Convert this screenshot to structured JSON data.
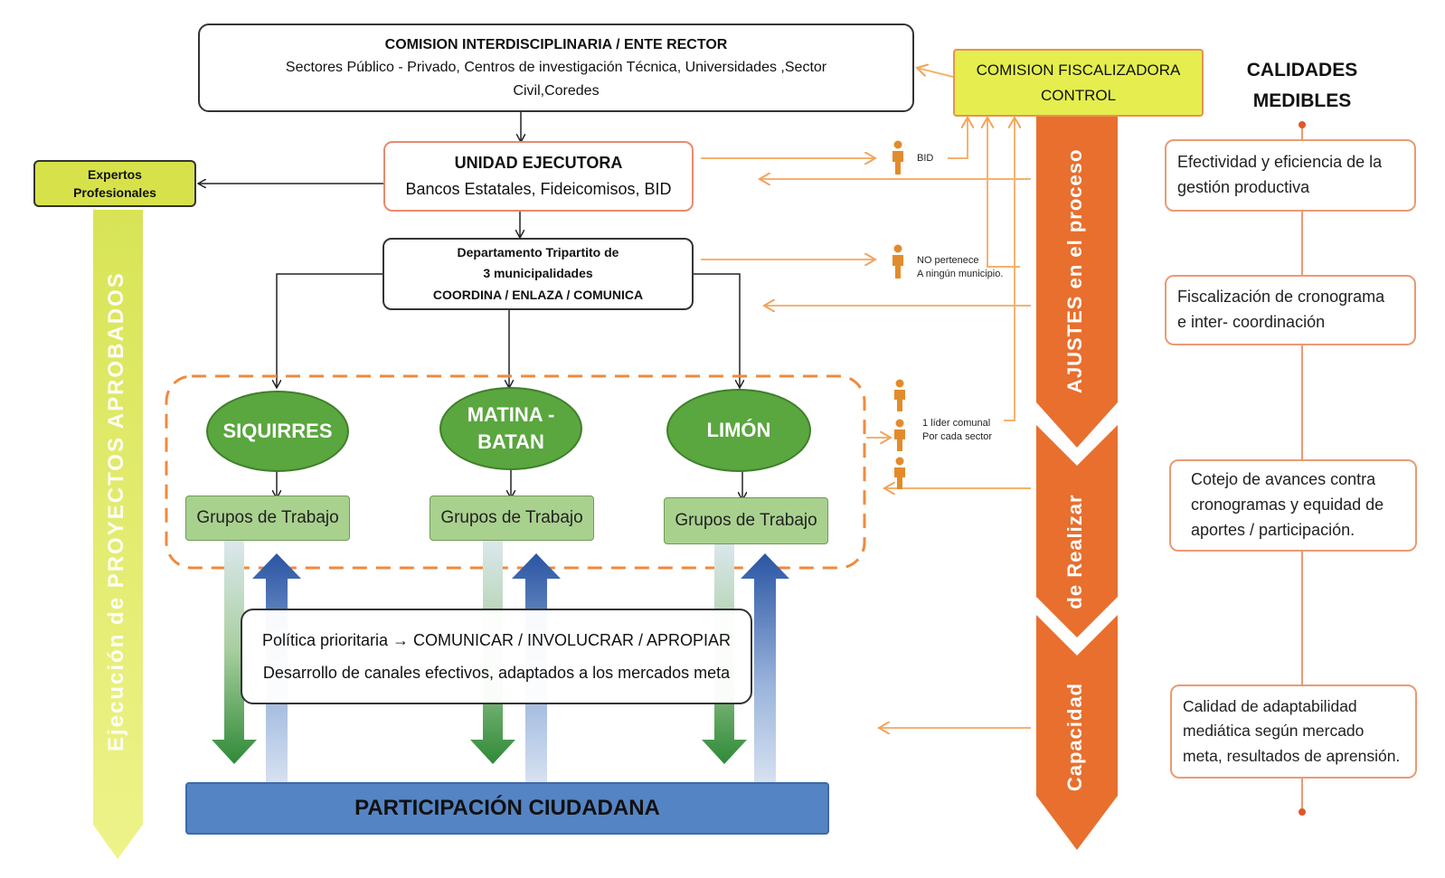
{
  "comision": {
    "title": "COMISION INTERDISCIPLINARIA / ENTE RECTOR",
    "line1": "Sectores Público  - Privado,  Centros  de investigación  Técnica, Universidades ,Sector",
    "line2": "Civil,Coredes"
  },
  "unidad": {
    "title": "UNIDAD EJECUTORA",
    "subtitle": "Bancos Estatales, Fideicomisos, BID"
  },
  "departamento": {
    "line1": "Departamento Tripartito de",
    "line2": "3 municipalidades",
    "line3": "COORDINA / ENLAZA  / COMUNICA"
  },
  "expertos": {
    "line1": "Expertos",
    "line2": "Profesionales"
  },
  "ejecucion_label": "Ejecución de  PROYECTOS APROBADOS",
  "fiscalizadora": {
    "line1": "COMISION FISCALIZADORA",
    "line2": "CONTROL"
  },
  "calidades": {
    "line1": "CALIDADES",
    "line2": "MEDIBLES"
  },
  "municipalities": [
    {
      "line1": "SIQUIRRES",
      "line2": ""
    },
    {
      "line1": "MATINA -",
      "line2": "BATAN"
    },
    {
      "line1": "LIMÓN",
      "line2": ""
    }
  ],
  "grupos": [
    "Grupos de Trabajo",
    "Grupos de Trabajo",
    "Grupos de Trabajo"
  ],
  "politica": {
    "line1": "Política prioritaria → COMUNICAR  / INVOLUCRAR / APROPIAR",
    "line2": "Desarrollo de canales efectivos, adaptados a los mercados meta"
  },
  "participacion": "PARTICIPACIÓN CIUDADANA",
  "people_labels": {
    "bid": "BID",
    "no_pertenece_1": "NO pertenece",
    "no_pertenece_2": "A ningún municipio.",
    "lider_1": "1 líder comunal",
    "lider_2": "Por cada sector"
  },
  "capacidad_segments": [
    "AJUSTES en el proceso",
    "de Realizar",
    "Capacidad"
  ],
  "qualities": [
    {
      "lines": [
        "Efectividad y eficiencia de la",
        "gestión productiva"
      ]
    },
    {
      "lines": [
        "Fiscalización de cronograma",
        "e inter- coordinación"
      ]
    },
    {
      "lines": [
        "Cotejo de avances contra",
        "cronogramas y  equidad de",
        "aportes / participación."
      ]
    },
    {
      "lines": [
        "Calidad de adaptabilidad",
        "mediática según mercado",
        "meta, resultados de aprensión."
      ]
    }
  ],
  "colors": {
    "orange": "#e86f2e",
    "light_orange": "#f4b26e",
    "yellow": "#d7e24a",
    "green": "#5aa63f",
    "light_green": "#a9d18e",
    "blue": "#4f7fbf",
    "dark_blue": "#2b5aa8"
  }
}
